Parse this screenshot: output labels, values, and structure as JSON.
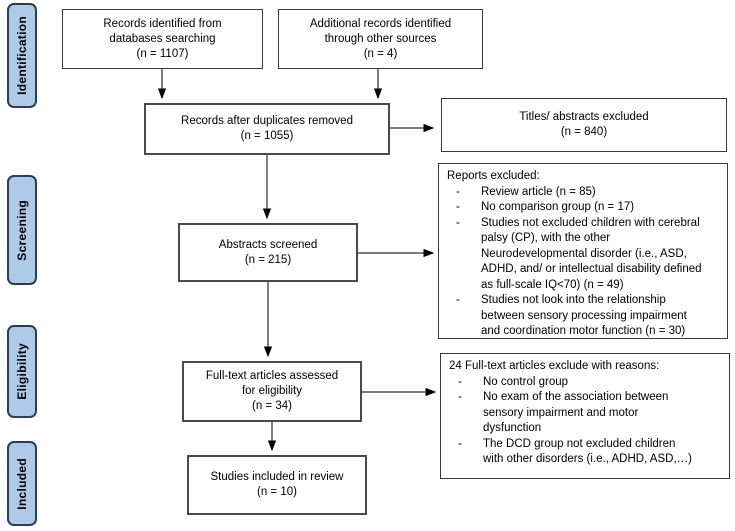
{
  "sidebar": {
    "stages": [
      "Identification",
      "Screening",
      "Eligibility",
      "Included"
    ]
  },
  "boxes": {
    "identified_db": {
      "text": "Records identified from\ndatabases searching\n(n = 1107)"
    },
    "identified_other": {
      "text": "Additional records identified\nthrough other sources\n(n = 4)"
    },
    "after_duplicates": {
      "text": "Records after duplicates removed\n(n = 1055)"
    },
    "titles_excluded": {
      "text": "Titles/ abstracts excluded\n(n = 840)"
    },
    "abstracts_screened": {
      "text": "Abstracts screened\n(n = 215)"
    },
    "reports_excluded": {
      "title": "Reports excluded:",
      "items": [
        "Review article (n = 85)",
        "No comparison group (n = 17)",
        "Studies not excluded children with cerebral palsy (CP), with the other Neurodevelopmental disorder (i.e., ASD, ADHD, and/ or intellectual disability defined as full-scale IQ<70) (n = 49)",
        "Studies not look into the relationship between sensory processing impairment and coordination motor function (n = 30)"
      ]
    },
    "fulltext_assessed": {
      "text": "Full-text articles assessed\nfor eligibility\n(n = 34)"
    },
    "fulltext_excluded": {
      "title": "24 Full-text articles exclude with reasons:",
      "items": [
        "No control group",
        "No exam of the association between sensory impairment and motor dysfunction",
        "The DCD group not excluded children with other disorders (i.e., ADHD, ASD,…)"
      ]
    },
    "included_review": {
      "text": "Studies included in review\n(n = 10)"
    }
  },
  "bullets": {
    "dash": "-"
  },
  "colors": {
    "stage_fill": "#aecae8",
    "stage_border": "#2d3e50",
    "box_border": "#3a3a3a",
    "arrow": "#1f1f1f",
    "background": "#ffffff",
    "text": "#000000"
  }
}
